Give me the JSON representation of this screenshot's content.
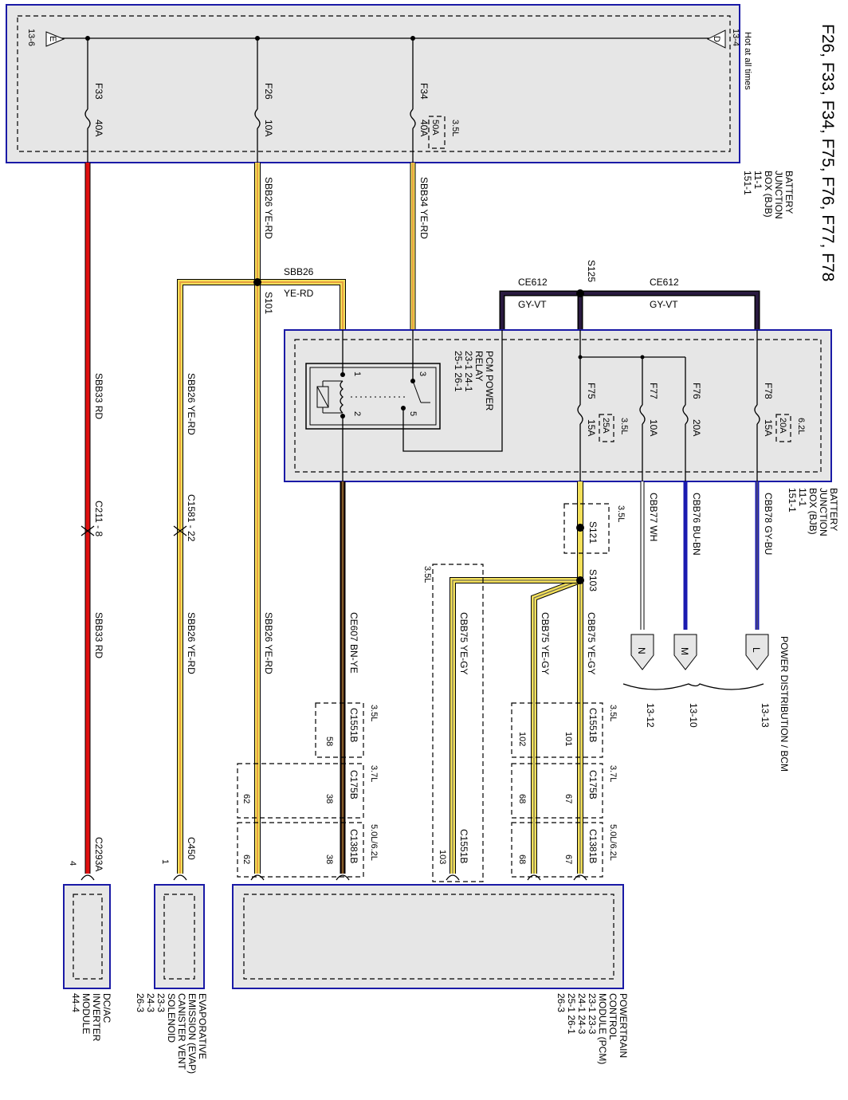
{
  "title": "F26, F33, F34, F75, F76, F77, F78",
  "colors": {
    "box_border": "#1a1aa6",
    "box_fill": "#e6e6e6",
    "red": "#e01010",
    "yellow": "#f3e05a",
    "orange": "#e8a040",
    "gray_violet": "#2a1a40",
    "white": "#ffffff",
    "blue": "#1a1ab0",
    "brown": "#3a1a10"
  },
  "bjb_top": {
    "hot_label": "Hot at all times",
    "ref_left": "13-6",
    "ref_right": "13-4",
    "flag_left": "E",
    "flag_right": "D",
    "fuses": [
      {
        "name": "F33",
        "rating": "40A"
      },
      {
        "name": "F26",
        "rating": "10A"
      },
      {
        "name": "F34",
        "rating": "40A",
        "alt_tag": "3.5L",
        "alt_rating": "50A"
      }
    ],
    "caption": [
      "BATTERY",
      "JUNCTION",
      "BOX (BJB)",
      "11-1",
      "151-1"
    ]
  },
  "wires": {
    "sbb33_top": "SBB33  RD",
    "sbb33_bottom": "SBB33  RD",
    "sbb26_top": "SBB26  YE-RD",
    "sbb26_branch": "SBB26",
    "sbb26_branch_color": "YE-RD",
    "sbb26_left_top": "SBB26  YE-RD",
    "sbb26_left_bottom": "SBB26  YE-RD",
    "sbb26_mid": "SBB26  YE-RD",
    "sbb34": "SBB34  YE-RD",
    "ce612_left": "CE612",
    "ce612_left_color": "GY-VT",
    "ce612_right": "CE612",
    "ce612_right_color": "GY-VT",
    "ce607": "CE607  BN-YE",
    "cbb77": "CBB77  WH",
    "cbb76": "CBB76  BU-BN",
    "cbb78": "CBB78  GY-BU",
    "cbb75_a": "CBB75  YE-GY",
    "cbb75_b": "CBB75  YE-GY",
    "cbb75_c": "CBB75  YE-GY"
  },
  "splices": {
    "s101": "S101",
    "s125": "S125",
    "s121": "S121",
    "s121_tag": "3.5L",
    "s103": "S103"
  },
  "connectors": {
    "c211": "C211 - 8",
    "c1581": "C1581 - 22",
    "c2293a": "C2293A",
    "c2293a_pin": "4",
    "c450": "C450",
    "c450_pin": "1",
    "c1551b_left_tag": "3.5L",
    "c1551b_left": "C1551B",
    "c1551b_left_pin": "58",
    "c175b_tag": "3.7L",
    "c175b_left": "C175B",
    "c175b_left_pins": [
      "38",
      "62"
    ],
    "c1381b_tag": "5.0L/6.2L",
    "c1381b_left": "C1381B",
    "c1381b_left_pins": [
      "38",
      "62"
    ],
    "c1551b_mid_tag": "3.5L",
    "c1551b_mid": "C1551B",
    "c1551b_mid_pin": "103",
    "c1551b_right_tag": "3.5L",
    "c1551b_right": "C1551B",
    "c1551b_right_pins": [
      "101",
      "102"
    ],
    "c175b_right_tag": "3.7L",
    "c175b_right": "C175B",
    "c175b_right_pins": [
      "67",
      "68"
    ],
    "c1381b_right_tag": "5.0L/6.2L",
    "c1381b_right": "C1381B",
    "c1381b_right_pins": [
      "67",
      "68"
    ],
    "cbb75_tag": "3.5L"
  },
  "bjb_mid": {
    "relay_title": [
      "PCM POWER",
      "RELAY",
      "23-1  24-1",
      "25-1  26-1"
    ],
    "relay_pins": [
      "1",
      "2",
      "3",
      "5"
    ],
    "fuses": [
      {
        "name": "F75",
        "rating": "15A",
        "alt_tag": "3.5L",
        "alt_rating": "25A"
      },
      {
        "name": "F77",
        "rating": "10A"
      },
      {
        "name": "F76",
        "rating": "20A"
      },
      {
        "name": "F78",
        "rating": "15A",
        "alt_tag": "6.2L",
        "alt_rating": "20A"
      }
    ],
    "caption": [
      "BATTERY",
      "JUNCTION",
      "BOX (BJB)",
      "11-1",
      "151-1"
    ]
  },
  "power_dist": {
    "label": "POWER DISTRIBUTION / BCM",
    "flags": [
      "N",
      "M",
      "L"
    ],
    "refs": [
      "13-12",
      "13-10",
      "13-13"
    ]
  },
  "modules": {
    "dcac": [
      "DC/AC",
      "INVERTER",
      "MODULE",
      "44-4"
    ],
    "evap": [
      "EVAPORATIVE",
      "EMISSION (EVAP)",
      "CANISTER VENT",
      "SOLENOID",
      "23-3",
      "24-3",
      "26-3"
    ],
    "pcm": [
      "POWERTRAIN",
      "CONTROL",
      "MODULE (PCM)",
      "23-1  23-3",
      "24-1  24-3",
      "25-1  26-1",
      "26-3"
    ]
  }
}
